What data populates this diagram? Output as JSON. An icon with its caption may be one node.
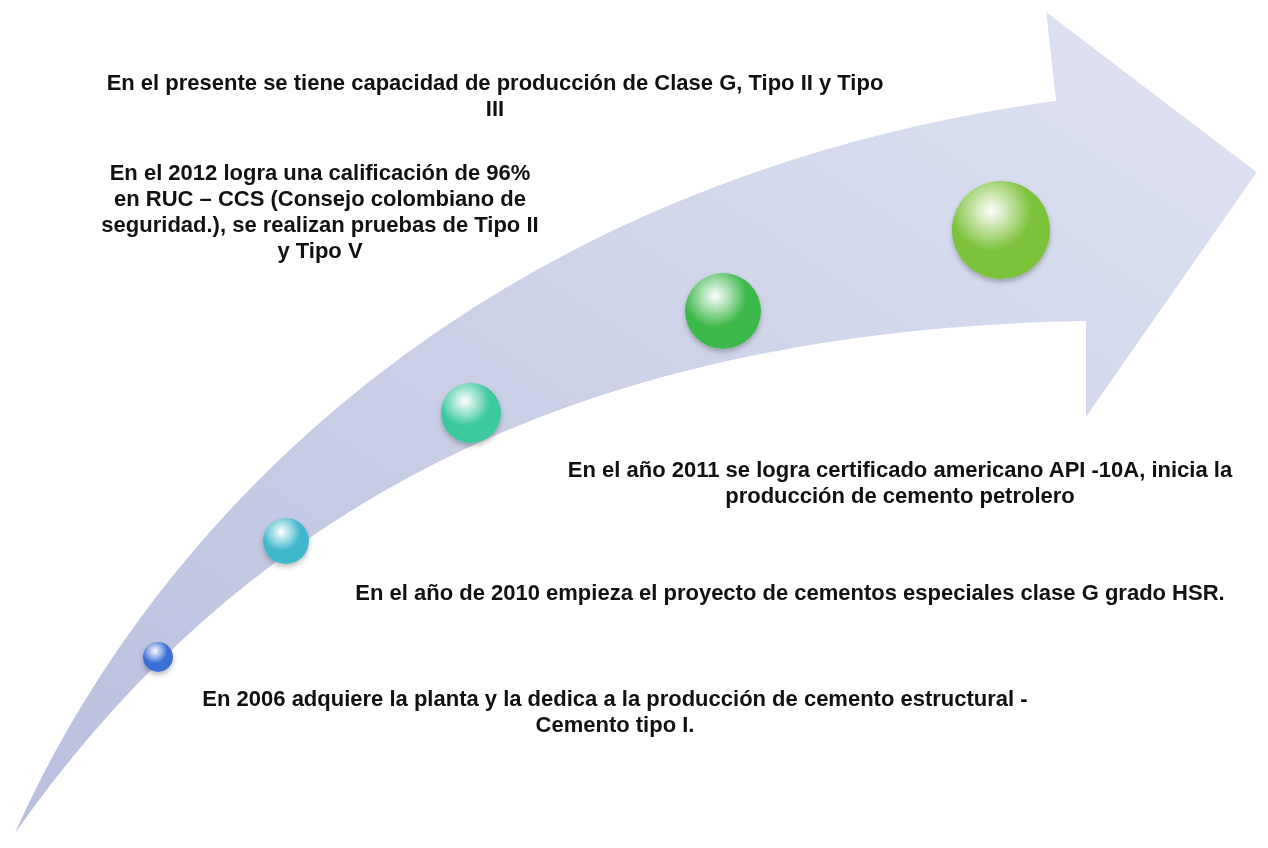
{
  "diagram": {
    "nodes": [
      {
        "text": [],
        "shape": "circle"
      },
      {
        "text": [],
        "shape": "circle"
      },
      {
        "text": [],
        "shape": "circle"
      },
      {
        "text": [],
        "shape": "circle"
      },
      {
        "text": [],
        "shape": "circle"
      }
    ],
    "edges": [],
    "labels": [
      "En el presente se tiene capacidad de producción de Clase G, Tipo II y Tipo III",
      "En el 2012 logra una calificación de 96% en RUC – CCS (Consejo colombiano de seguridad.), se realizan pruebas de Tipo II y Tipo V",
      "En el año 2011 se logra certificado americano API -10A, inicia la producción de cemento petrolero",
      "En el año de 2010 empieza el proyecto de cementos especiales clase G grado HSR.",
      "En 2006 adquiere la planta y la dedica a la producción de cemento estructural - Cemento tipo I."
    ]
  }
}
